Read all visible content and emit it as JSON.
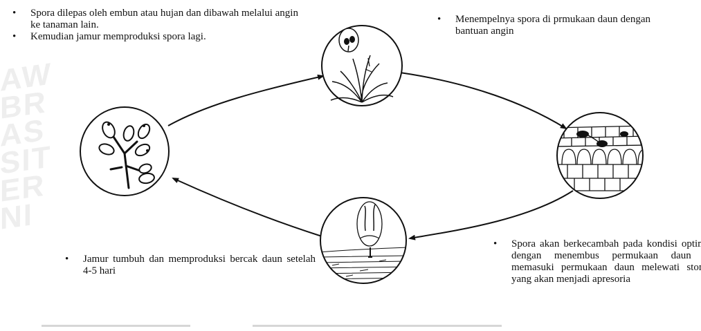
{
  "page": {
    "watermark_text": [
      "AW",
      "BR",
      "AS",
      "SIT",
      "ER",
      "NI"
    ]
  },
  "stages": [
    {
      "name": "spore-release-stage",
      "icon": "branch-with-spores-icon"
    },
    {
      "name": "airborne-spore-stage",
      "icon": "grass-with-spore-icon"
    },
    {
      "name": "leaf-surface-stage",
      "icon": "leaf-cross-section-icon"
    },
    {
      "name": "germination-stage",
      "icon": "germinating-spore-icon"
    }
  ],
  "notes": {
    "release": [
      "Spora dilepas oleh embun atau hujan dan dibawah melalui angin  ke tanaman lain.",
      "Kemudian jamur memproduksi spora lagi."
    ],
    "stick": [
      "Menempelnya spora di prmukaan daun dengan bantuan angin"
    ],
    "grow": [
      "Jamur tumbuh dan memproduksi bercak daun setelah 4-5 hari"
    ],
    "germ": [
      "Spora akan berkecambah pada kondisi optimum dengan menembus permukaan daun dan memasuki permukaan daun melewati stomata yang akan menjadi apresoria"
    ]
  },
  "colors": {
    "ink": "#111111",
    "watermark": "#eeeeee",
    "background": "#ffffff"
  }
}
